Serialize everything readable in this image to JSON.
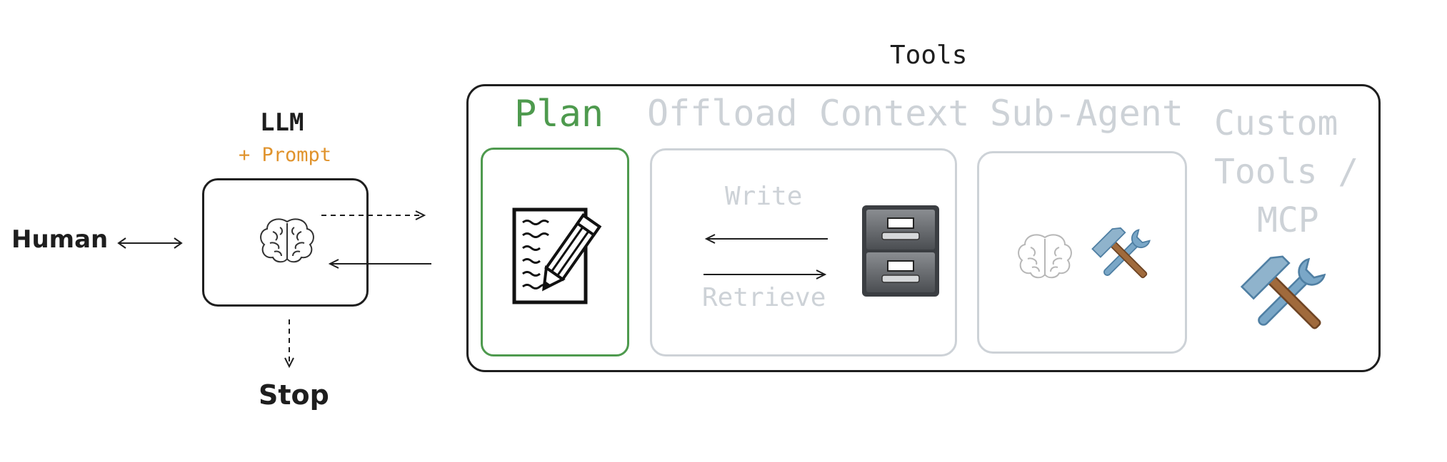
{
  "diagram": {
    "human": "Human",
    "llm": {
      "title": "LLM",
      "subtitle": "+ Prompt"
    },
    "stop": "Stop",
    "tools": {
      "title": "Tools",
      "plan": "Plan",
      "offload": {
        "title": "Offload Context",
        "write": "Write",
        "retrieve": "Retrieve"
      },
      "subagent": "Sub-Agent",
      "custom": [
        "Custom",
        "Tools /",
        "MCP"
      ]
    }
  },
  "colors": {
    "plan_green": "#4e9a4e",
    "prompt_orange": "#e0932c",
    "faded_gray": "#cdd2d7",
    "ink": "#1e1e1e"
  },
  "icons": {
    "llm_box": "brain-icon",
    "plan": "notepad-pencil-icon",
    "offload": "file-cabinet-icon",
    "subagent": [
      "brain-icon",
      "hammer-wrench-icon"
    ],
    "custom": "hammer-wrench-icon"
  }
}
